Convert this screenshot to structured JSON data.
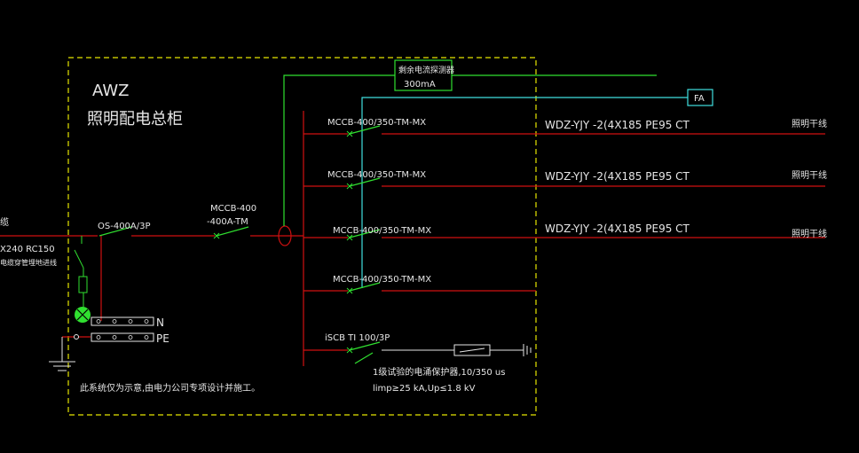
{
  "colors": {
    "background": "#000000",
    "frame": "#e6e600",
    "bus_red": "#d01010",
    "green_line": "#30e030",
    "cyan_line": "#40e0e0",
    "text": "#e6e6e6"
  },
  "panel": {
    "code": "AWZ",
    "name": "照明配电总柜",
    "note": "此系统仅为示意,由电力公司专项设计并施工。"
  },
  "incoming": {
    "edge_text_top": "缆",
    "cable_text": "X240 RC150",
    "cable_sub": "电缆穿管埋地进线",
    "isolator": "OS-400A/3P",
    "breaker_line1": "MCCB-400",
    "breaker_line2": "-400A-TM"
  },
  "earth": {
    "n_label": "N",
    "pe_label": "PE"
  },
  "leakage_monitor": {
    "line1": "剩余电流探测器",
    "line2": "300mA"
  },
  "fa_label": "FA",
  "feeders": [
    {
      "breaker": "MCCB-400/350-TM-MX",
      "cable": "WDZ-YJY -2(4X185  PE95 CT",
      "dest": "照明干线"
    },
    {
      "breaker": "MCCB-400/350-TM-MX",
      "cable": "WDZ-YJY -2(4X185  PE95 CT",
      "dest": "照明干线"
    },
    {
      "breaker": "MCCB-400/350-TM-MX",
      "cable": "WDZ-YJY -2(4X185  PE95 CT",
      "dest": "照明干线"
    },
    {
      "breaker": "MCCB-400/350-TM-MX",
      "cable": "",
      "dest": ""
    }
  ],
  "spd": {
    "breaker": "iSCB TI 100/3P",
    "desc_line1": "1级试验的电涌保护器,10/350 us",
    "desc_line2": "limp≥25 kA,Up≤1.8 kV"
  }
}
